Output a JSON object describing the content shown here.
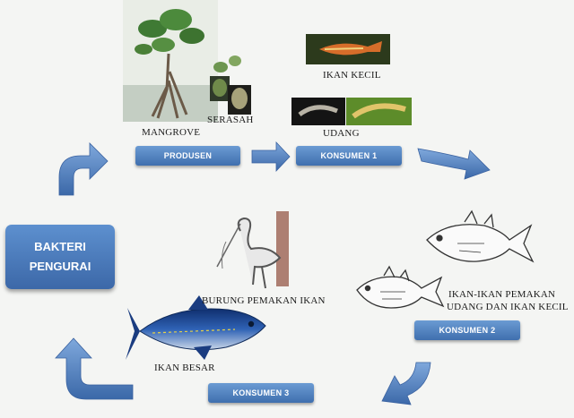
{
  "stages": {
    "produsen": "PRODUSEN",
    "konsumen1": "KONSUMEN 1",
    "konsumen2": "KONSUMEN 2",
    "konsumen3": "KONSUMEN 3"
  },
  "decomposer": {
    "line1": "BAKTERI",
    "line2": "PENGURAI"
  },
  "organisms": {
    "mangrove": "MANGROVE",
    "serasah": "SERASAH",
    "ikan_kecil": "IKAN KECIL",
    "udang": "UDANG",
    "predator_fish_line1": "IKAN-IKAN PEMAKAN",
    "predator_fish_line2": "UDANG DAN IKAN KECIL",
    "burung": "BURUNG PEMAKAN IKAN",
    "ikan_besar": "IKAN BESAR"
  },
  "colors": {
    "stage_box": "#4a7bbd",
    "arrow": "#4f7fc0",
    "background": "#f4f5f3"
  }
}
